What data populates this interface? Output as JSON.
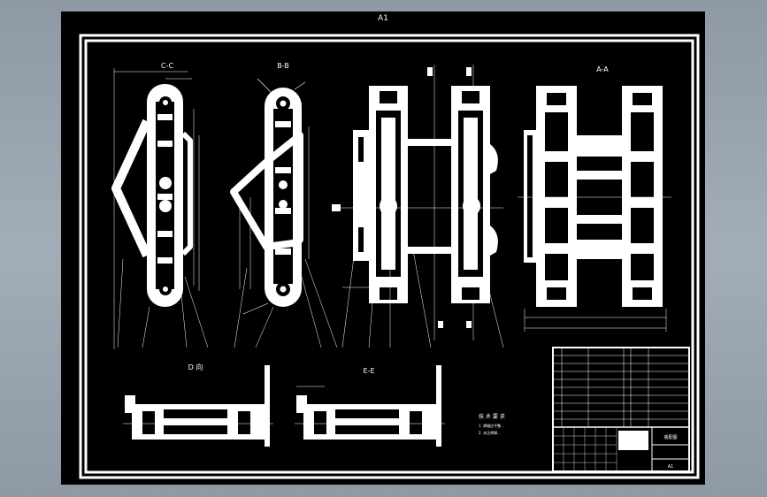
{
  "sheet": {
    "size_label": "A1"
  },
  "views": {
    "cc": {
      "label": "C-C"
    },
    "bb": {
      "label": "B-B"
    },
    "aa": {
      "label": "A-A"
    },
    "d": {
      "label": "D 向"
    },
    "ee": {
      "label": "E-E"
    }
  },
  "notes": {
    "heading": "技 术 要 求",
    "items": [
      "1. 焊缝应平整...",
      "2. 未注焊脚..."
    ]
  },
  "title_block": {
    "name": "装配图",
    "sheet_code": "A1"
  },
  "colors": {
    "background": "#000000",
    "lines": "#ffffff",
    "sheet_bg": "#97a2ad"
  }
}
